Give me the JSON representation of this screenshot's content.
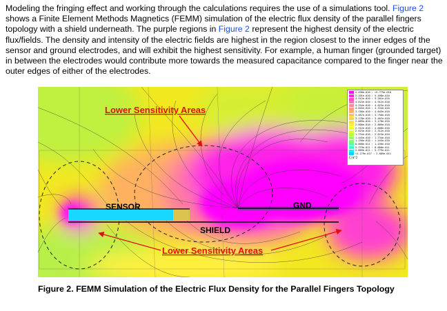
{
  "paragraph": {
    "part1": "Modeling the fringing effect and working through the calculations requires the use of a simulations tool. ",
    "ref1": "Figure 2",
    "part2": " shows a Finite Element Methods Magnetics (FEMM) simulation of the electric flux density of the parallel fingers topology with a shield underneath. The purple regions in ",
    "ref2": "Figure 2",
    "part3": " represent the highest density of the electric flux/fields. The density and intensity of the electric fields are highest in the region closest to the inner edges of the sensor and ground electrodes, and will exhibit the highest sensitivity. For example, a human finger (grounded target) in between the electrodes would contribute more towards the measured capacitance compared to the finger near the outer edges of either of the electrodes."
  },
  "figure": {
    "label_top": "Lower Sensitivity Areas",
    "label_bottom": "Lower Sensitivity Areas",
    "sensor_label": "SENSOR",
    "gnd_label": "GND",
    "shield_label": "SHIELD",
    "colors": {
      "arrow": "#e01010",
      "label": "#e01010",
      "high": "#ff00ff",
      "low": "#00d6ff"
    },
    "legend": {
      "rows": [
        {
          "text": "5.498e-010 : >5.779e-010",
          "color": "#ff00ff"
        },
        {
          "text": "5.201e-010 : 5.498e-010",
          "color": "#ff2ae0"
        },
        {
          "text": "4.912e-010 : 5.201e-010",
          "color": "#ff4fc8"
        },
        {
          "text": "4.623e-010 : 4.912e-010",
          "color": "#ff6fb0"
        },
        {
          "text": "4.334e-010 : 4.623e-010",
          "color": "#ff8a98"
        },
        {
          "text": "4.045e-010 : 4.334e-010",
          "color": "#ff9e80"
        },
        {
          "text": "3.756e-010 : 4.045e-010",
          "color": "#ffb070"
        },
        {
          "text": "3.467e-010 : 3.756e-010",
          "color": "#ffc060"
        },
        {
          "text": "3.178e-010 : 3.467e-010",
          "color": "#ffd050"
        },
        {
          "text": "2.889e-010 : 3.178e-010",
          "color": "#ffe040"
        },
        {
          "text": "2.600e-010 : 2.889e-010",
          "color": "#fff030"
        },
        {
          "text": "2.312e-010 : 2.600e-010",
          "color": "#f4ff20"
        },
        {
          "text": "2.023e-010 : 2.312e-010",
          "color": "#d8ff30"
        },
        {
          "text": "1.734e-010 : 2.023e-010",
          "color": "#b8ff40"
        },
        {
          "text": "1.445e-010 : 1.734e-010",
          "color": "#98ff60"
        },
        {
          "text": "1.156e-010 : 1.445e-010",
          "color": "#78ff80"
        },
        {
          "text": "8.668e-011 : 1.156e-010",
          "color": "#58ffa8"
        },
        {
          "text": "5.779e-011 : 8.668e-011",
          "color": "#38ffd0"
        },
        {
          "text": "2.889e-011 : 5.779e-011",
          "color": "#18f0f0"
        },
        {
          "text": "<1.279e-017 : 2.889e-011",
          "color": "#00d6ff"
        }
      ],
      "unit": "C/m^2"
    }
  },
  "caption": "Figure 2. FEMM Simulation of the Electric Flux Density for the Parallel Fingers Topology"
}
